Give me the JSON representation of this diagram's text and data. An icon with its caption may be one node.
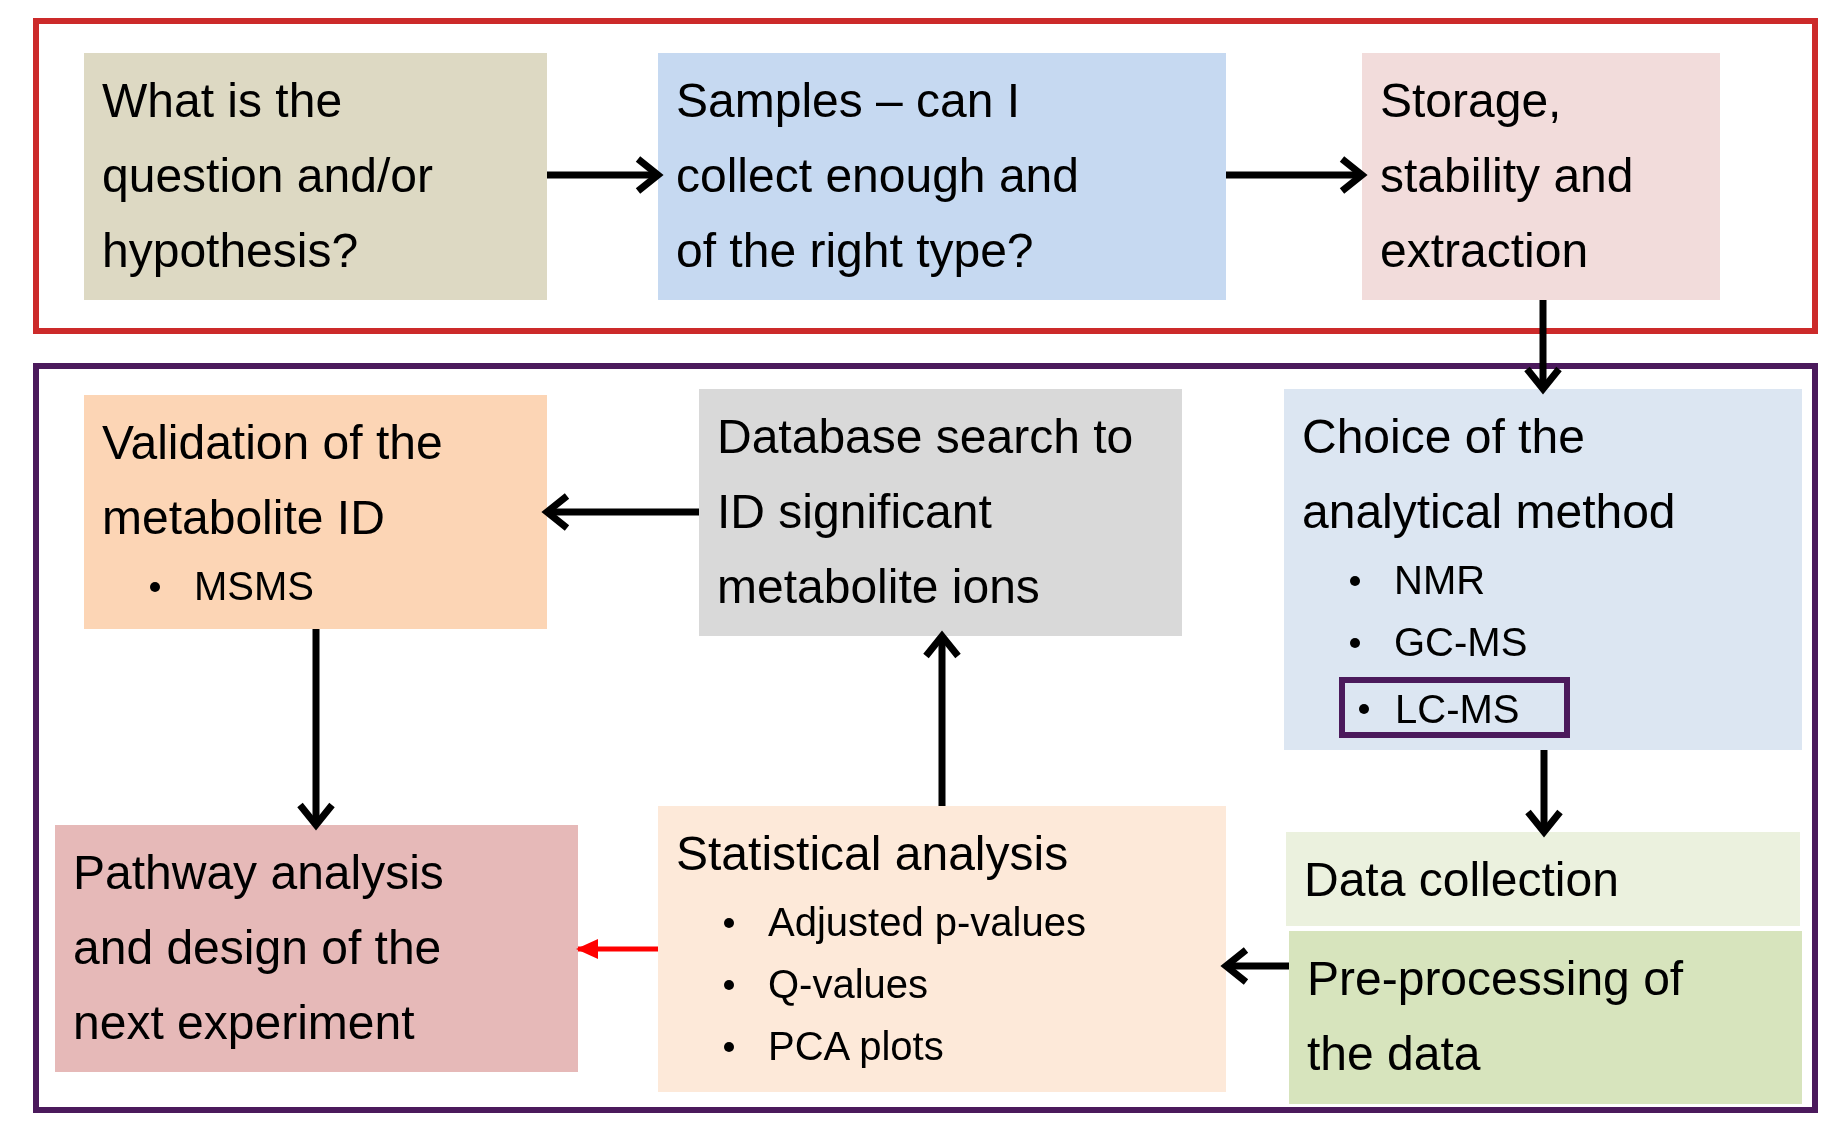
{
  "diagram": {
    "nodes": [
      {
        "text": [],
        "shape": "box"
      },
      {
        "text": [
          "What is the question and/or hypothesis?"
        ],
        "in": 0
      },
      {
        "text": [
          "Samples – can I collect enough and of the right type?"
        ],
        "in": 0
      },
      {
        "text": [
          "Storage, stability and extraction"
        ],
        "in": 0
      },
      {
        "text": [],
        "shape": "box"
      },
      {
        "text": [
          "Validation of the metabolite ID",
          "MSMS"
        ],
        "in": 4
      },
      {
        "text": [
          "Database search to ID significant metabolite ions"
        ],
        "in": 4
      },
      {
        "text": [
          "Choice of the analytical method",
          "NMR",
          "GC-MS"
        ],
        "in": 4
      },
      {
        "text": [
          "LC-MS"
        ],
        "in": 7
      },
      {
        "text": [
          "Data collection"
        ],
        "in": 4
      },
      {
        "text": [
          "Pre-processing of the data"
        ],
        "in": 4
      },
      {
        "text": [
          "Statistical analysis",
          "Adjusted p-values",
          "Q-values",
          "PCA plots"
        ],
        "in": 4
      },
      {
        "text": [
          "Pathway analysis and design of the next experiment"
        ],
        "in": 4
      }
    ],
    "edges": [
      {
        "from": 1,
        "to": 2,
        "arrow": "to"
      },
      {
        "from": 2,
        "to": 3,
        "arrow": "to"
      },
      {
        "from": 3,
        "to": 7,
        "arrow": "to"
      },
      {
        "from": 6,
        "to": 5,
        "arrow": "to"
      },
      {
        "from": 5,
        "to": 12,
        "arrow": "to"
      },
      {
        "from": 11,
        "to": 6,
        "arrow": "to"
      },
      {
        "from": 7,
        "to": 9,
        "arrow": "to"
      },
      {
        "from": 10,
        "to": 11,
        "arrow": "to"
      },
      {
        "from": 11,
        "to": 12,
        "arrow": "to",
        "color": "#ff0000"
      }
    ]
  }
}
